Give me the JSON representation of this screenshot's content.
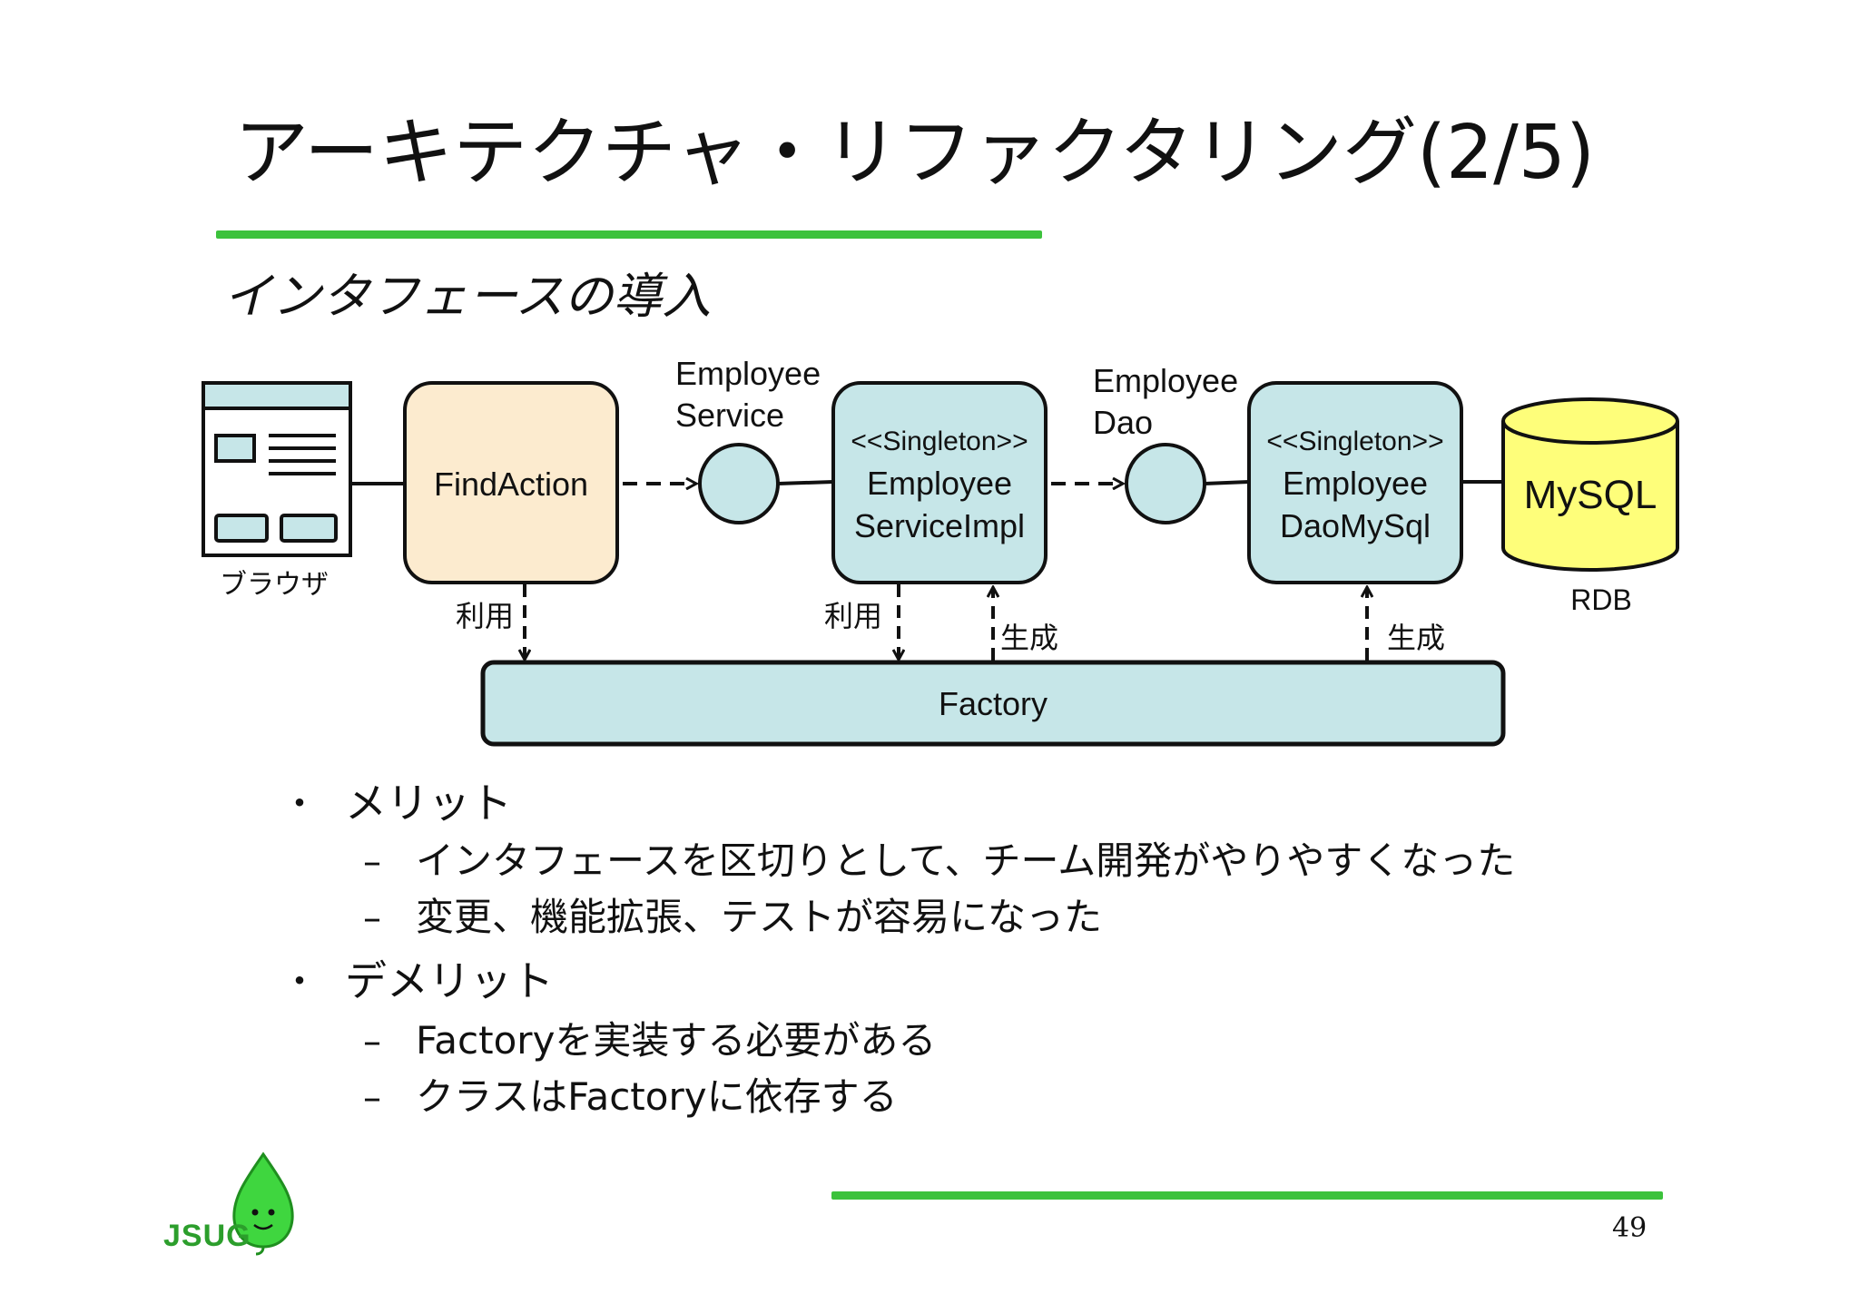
{
  "title": "アーキテクチャ・リファクタリング(2/5)",
  "subtitle": "インタフェースの導入",
  "diagram": {
    "browser_label": "ブラウザ",
    "find_action": "FindAction",
    "employee_service_label": [
      "Employee",
      "Service"
    ],
    "service_impl": [
      "<<Singleton>>",
      "Employee",
      "ServiceImpl"
    ],
    "employee_dao_label": [
      "Employee",
      "Dao"
    ],
    "dao_mysql": [
      "<<Singleton>>",
      "Employee",
      "DaoMySql"
    ],
    "mysql": "MySQL",
    "rdb": "RDB",
    "factory": "Factory",
    "uses_label": "利用",
    "creates_label": "生成",
    "colors": {
      "action_fill": "#fcebcf",
      "component_fill": "#c6e6e8",
      "db_fill": "#fefe7a",
      "accent_green": "#3cc23c"
    }
  },
  "bullets": [
    {
      "text": "メリット",
      "subitems": [
        "インタフェースを区切りとして、チーム開発がやりやすくなった",
        "変更、機能拡張、テストが容易になった"
      ]
    },
    {
      "text": "デメリット",
      "subitems": [
        "Factoryを実装する必要がある",
        "クラスはFactoryに依存する"
      ]
    }
  ],
  "bullet_marker": "・",
  "dash_marker": "–",
  "footer": {
    "logo_text": "JSUG",
    "page_number": "49"
  }
}
